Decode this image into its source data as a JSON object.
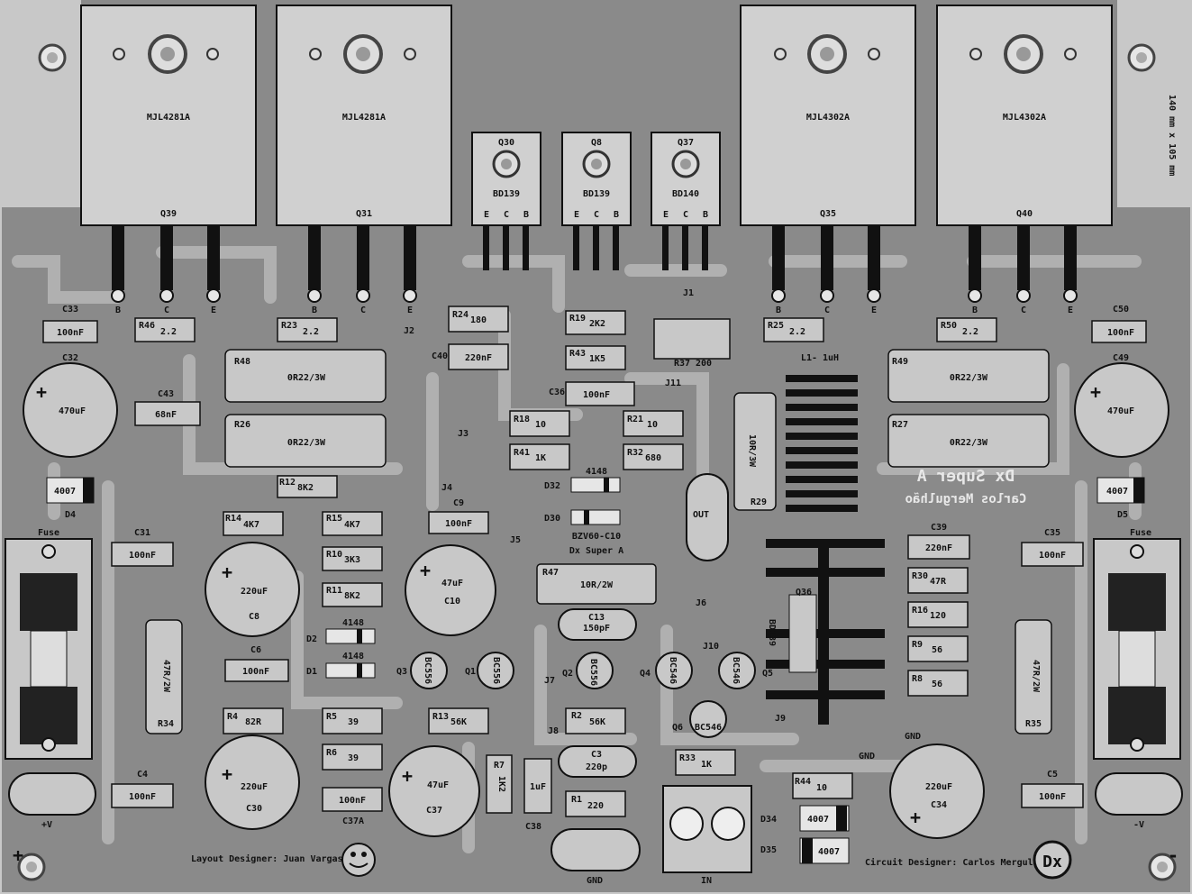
{
  "board": {
    "title": "Dx Super A",
    "designer_line": "Carlos Mergulhão",
    "dimensions": "140 mm x 105 mm",
    "layout_credit": "Layout Designer: Juan Vargas",
    "circuit_credit": "Circuit Designer: Carlos Mergulhão",
    "silk_title": "Dx Super A",
    "logo": "Dx"
  },
  "power_transistors": [
    {
      "ref": "Q39",
      "part": "MJL4281A"
    },
    {
      "ref": "Q31",
      "part": "MJL4281A"
    },
    {
      "ref": "Q35",
      "part": "MJL4302A"
    },
    {
      "ref": "Q40",
      "part": "MJL4302A"
    }
  ],
  "driver_transistors": [
    {
      "ref": "Q30",
      "part": "BD139"
    },
    {
      "ref": "Q8",
      "part": "BD139"
    },
    {
      "ref": "Q37",
      "part": "BD140"
    }
  ],
  "pin_labels": {
    "b": "B",
    "c": "C",
    "e": "E"
  },
  "small_transistors": [
    {
      "ref": "Q3",
      "part": "BC556"
    },
    {
      "ref": "Q1",
      "part": "BC556"
    },
    {
      "ref": "Q2",
      "part": "BC556"
    },
    {
      "ref": "Q4",
      "part": "BC546"
    },
    {
      "ref": "Q5",
      "part": "BC546"
    },
    {
      "ref": "Q6",
      "part": "BC546"
    },
    {
      "ref": "Q36",
      "part": "BD139"
    }
  ],
  "resistors": [
    {
      "ref": "R46",
      "value": "2.2"
    },
    {
      "ref": "R23",
      "value": "2.2"
    },
    {
      "ref": "R24",
      "value": "180"
    },
    {
      "ref": "R19",
      "value": "2K2"
    },
    {
      "ref": "R43",
      "value": "1K5"
    },
    {
      "ref": "R37",
      "value": "200"
    },
    {
      "ref": "R25",
      "value": "2.2"
    },
    {
      "ref": "R50",
      "value": "2.2"
    },
    {
      "ref": "R48",
      "value": "0R22/3W"
    },
    {
      "ref": "R26",
      "value": "0R22/3W"
    },
    {
      "ref": "R49",
      "value": "0R22/3W"
    },
    {
      "ref": "R27",
      "value": "0R22/3W"
    },
    {
      "ref": "R18",
      "value": "10"
    },
    {
      "ref": "R21",
      "value": "10"
    },
    {
      "ref": "R41",
      "value": "1K"
    },
    {
      "ref": "R32",
      "value": "680"
    },
    {
      "ref": "R12",
      "value": "8K2"
    },
    {
      "ref": "R14",
      "value": "4K7"
    },
    {
      "ref": "R15",
      "value": "4K7"
    },
    {
      "ref": "R10",
      "value": "3K3"
    },
    {
      "ref": "R11",
      "value": "8K2"
    },
    {
      "ref": "R47",
      "value": "10R/2W"
    },
    {
      "ref": "R29",
      "value": "10R/3W"
    },
    {
      "ref": "R30",
      "value": "47R"
    },
    {
      "ref": "R16",
      "value": "120"
    },
    {
      "ref": "R9",
      "value": "56"
    },
    {
      "ref": "R8",
      "value": "56"
    },
    {
      "ref": "R34",
      "value": "47R/2W"
    },
    {
      "ref": "R35",
      "value": "47R/2W"
    },
    {
      "ref": "R4",
      "value": "82R"
    },
    {
      "ref": "R5",
      "value": "39"
    },
    {
      "ref": "R6",
      "value": "39"
    },
    {
      "ref": "R13",
      "value": "56K"
    },
    {
      "ref": "R2",
      "value": "56K"
    },
    {
      "ref": "R7",
      "value": "1K2"
    },
    {
      "ref": "R1",
      "value": "220"
    },
    {
      "ref": "R33",
      "value": "1K"
    },
    {
      "ref": "R44",
      "value": "10"
    }
  ],
  "capacitors": [
    {
      "ref": "C33",
      "value": "100nF"
    },
    {
      "ref": "C50",
      "value": "100nF"
    },
    {
      "ref": "C32",
      "value": "470uF"
    },
    {
      "ref": "C49",
      "value": "470uF"
    },
    {
      "ref": "C43",
      "value": "68nF"
    },
    {
      "ref": "C40",
      "value": "220nF"
    },
    {
      "ref": "C36",
      "value": "100nF"
    },
    {
      "ref": "C9",
      "value": "100nF"
    },
    {
      "ref": "C31",
      "value": "100nF"
    },
    {
      "ref": "C35",
      "value": "100nF"
    },
    {
      "ref": "C39",
      "value": "220nF"
    },
    {
      "ref": "C8",
      "value": "220uF"
    },
    {
      "ref": "C10",
      "value": "47uF"
    },
    {
      "ref": "C13",
      "value": "150pF"
    },
    {
      "ref": "C6",
      "value": "100nF"
    },
    {
      "ref": "C4",
      "value": "100nF"
    },
    {
      "ref": "C5",
      "value": "100nF"
    },
    {
      "ref": "C30",
      "value": "220uF"
    },
    {
      "ref": "C37",
      "value": "47uF"
    },
    {
      "ref": "C37A",
      "value": "100nF"
    },
    {
      "ref": "C38",
      "value": "1uF"
    },
    {
      "ref": "C3",
      "value": "220p"
    },
    {
      "ref": "C34",
      "value": "220uF"
    }
  ],
  "diodes": [
    {
      "ref": "D4",
      "value": "4007"
    },
    {
      "ref": "D5",
      "value": "4007"
    },
    {
      "ref": "D32",
      "value": "4148"
    },
    {
      "ref": "D30",
      "value": "BZV60-C10"
    },
    {
      "ref": "D2",
      "value": "4148"
    },
    {
      "ref": "D1",
      "value": "4148"
    },
    {
      "ref": "D34",
      "value": "4007"
    },
    {
      "ref": "D35",
      "value": "4007"
    }
  ],
  "jumpers": [
    "J1",
    "J2",
    "J3",
    "J4",
    "J5",
    "J6",
    "J7",
    "J8",
    "J9",
    "J10",
    "J11"
  ],
  "inductor": {
    "ref": "L1",
    "value": "1uH",
    "label": "L1- 1uH"
  },
  "labels": {
    "fuse": "Fuse",
    "out": "OUT",
    "gnd": "GND",
    "in": "IN",
    "plus_v": "+V",
    "minus_v": "-V",
    "plus": "+",
    "minus": "-",
    "d30_code": "BZV60-C10",
    "d30_sub": "Dx Super A"
  }
}
